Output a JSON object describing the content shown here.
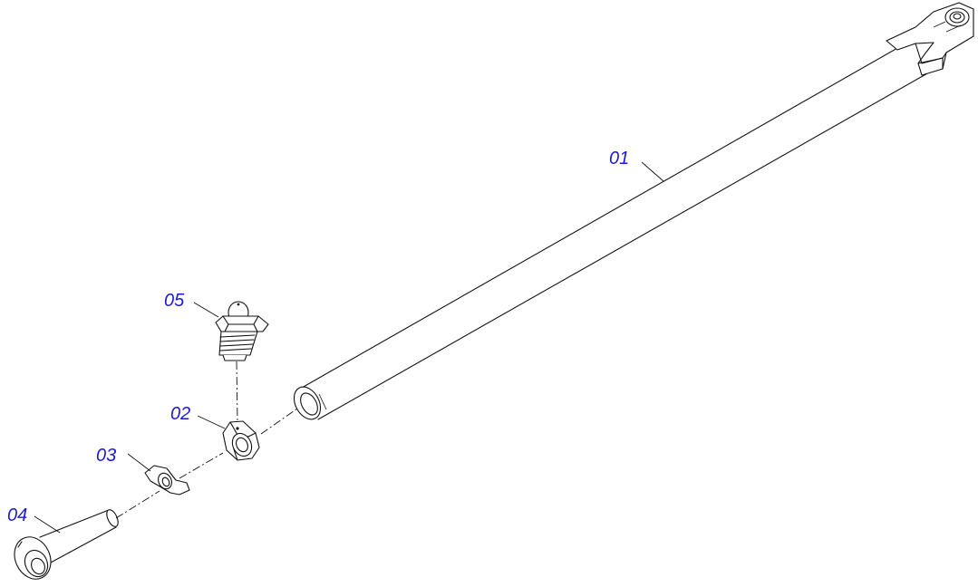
{
  "diagram": {
    "accent_color": "#1a1ad6",
    "line_color": "#111111",
    "callouts": [
      {
        "id": "01",
        "label": "01"
      },
      {
        "id": "02",
        "label": "02"
      },
      {
        "id": "03",
        "label": "03"
      },
      {
        "id": "04",
        "label": "04"
      },
      {
        "id": "05",
        "label": "05"
      }
    ]
  }
}
